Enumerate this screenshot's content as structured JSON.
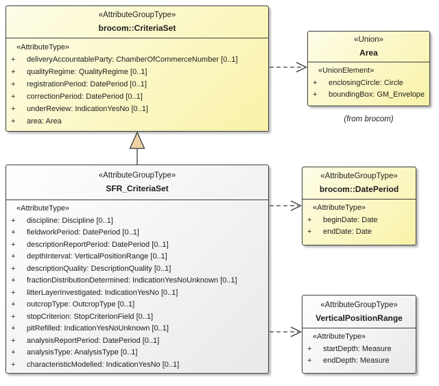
{
  "colors": {
    "yellow_fill_light": "#FEFDE7",
    "yellow_fill_dark": "#F8F2A8",
    "neutral_fill_light": "#FFFFFF",
    "neutral_fill_dark": "#E9E9E9",
    "border": "#3A3A3A",
    "generalization_fill": "#EDD3A4"
  },
  "classes": {
    "brocomCriteriaSet": {
      "stereotype": "«AttributeGroupType»",
      "name": "brocom::CriteriaSet",
      "section_label": "«AttributeType»",
      "attributes": [
        {
          "visibility": "+",
          "text": "deliveryAccountableParty: ChamberOfCommerceNumber [0..1]"
        },
        {
          "visibility": "+",
          "text": "qualityRegime: QualityRegime [0..1]"
        },
        {
          "visibility": "+",
          "text": "registrationPeriod: DatePeriod [0..1]"
        },
        {
          "visibility": "+",
          "text": "correctionPeriod: DatePeriod [0..1]"
        },
        {
          "visibility": "+",
          "text": "underReview: IndicationYesNo [0..1]"
        },
        {
          "visibility": "+",
          "text": "area: Area"
        }
      ]
    },
    "area": {
      "stereotype": "«Union»",
      "name": "Area",
      "section_label": "«UnionElement»",
      "attributes": [
        {
          "visibility": "+",
          "text": "enclosingCircle: Circle"
        },
        {
          "visibility": "+",
          "text": "boundingBox: GM_Envelope"
        }
      ],
      "note": "(from brocom)"
    },
    "sfrCriteriaSet": {
      "stereotype": "«AttributeGroupType»",
      "name": "SFR_CriteriaSet",
      "section_label": "«AttributeType»",
      "attributes": [
        {
          "visibility": "+",
          "text": "discipline: Discipline [0..1]"
        },
        {
          "visibility": "+",
          "text": "fieldworkPeriod: DatePeriod [0..1]"
        },
        {
          "visibility": "+",
          "text": "descriptionReportPeriod: DatePeriod [0..1]"
        },
        {
          "visibility": "+",
          "text": "depthInterval: VerticalPositionRange [0..1]"
        },
        {
          "visibility": "+",
          "text": "descriptionQuality: DescriptionQuality [0..1]"
        },
        {
          "visibility": "+",
          "text": "fractionDistributionDetermined: IndicationYesNoUnknown [0..1]"
        },
        {
          "visibility": "+",
          "text": "litterLayerInvestigated: IndicationYesNo [0..1]"
        },
        {
          "visibility": "+",
          "text": "outcropType: OutcropType [0..1]"
        },
        {
          "visibility": "+",
          "text": "stopCriterion: StopCriterionField [0..1]"
        },
        {
          "visibility": "+",
          "text": "pitRefilled: IndicationYesNoUnknown [0..1]"
        },
        {
          "visibility": "+",
          "text": "analysisReportPeriod: DatePeriod [0..1]"
        },
        {
          "visibility": "+",
          "text": "analysisType: AnalysisType [0..1]"
        },
        {
          "visibility": "+",
          "text": "characteristicModelled: IndicationYesNo [0..1]"
        }
      ]
    },
    "brocomDatePeriod": {
      "stereotype": "«AttributeGroupType»",
      "name": "brocom::DatePeriod",
      "section_label": "«AttributeType»",
      "attributes": [
        {
          "visibility": "+",
          "text": "beginDate: Date"
        },
        {
          "visibility": "+",
          "text": "endDate: Date"
        }
      ]
    },
    "verticalPositionRange": {
      "stereotype": "«AttributeGroupType»",
      "name": "VerticalPositionRange",
      "section_label": "«AttributeType»",
      "attributes": [
        {
          "visibility": "+",
          "text": "startDepth: Measure"
        },
        {
          "visibility": "+",
          "text": "endDepth: Measure"
        }
      ]
    }
  },
  "connectors": [
    {
      "type": "generalization",
      "from": "SFR_CriteriaSet",
      "to": "brocom::CriteriaSet"
    },
    {
      "type": "dependency",
      "from": "brocom::CriteriaSet",
      "to": "Area"
    },
    {
      "type": "dependency",
      "from": "SFR_CriteriaSet",
      "to": "brocom::DatePeriod"
    },
    {
      "type": "dependency",
      "from": "SFR_CriteriaSet",
      "to": "VerticalPositionRange"
    }
  ]
}
